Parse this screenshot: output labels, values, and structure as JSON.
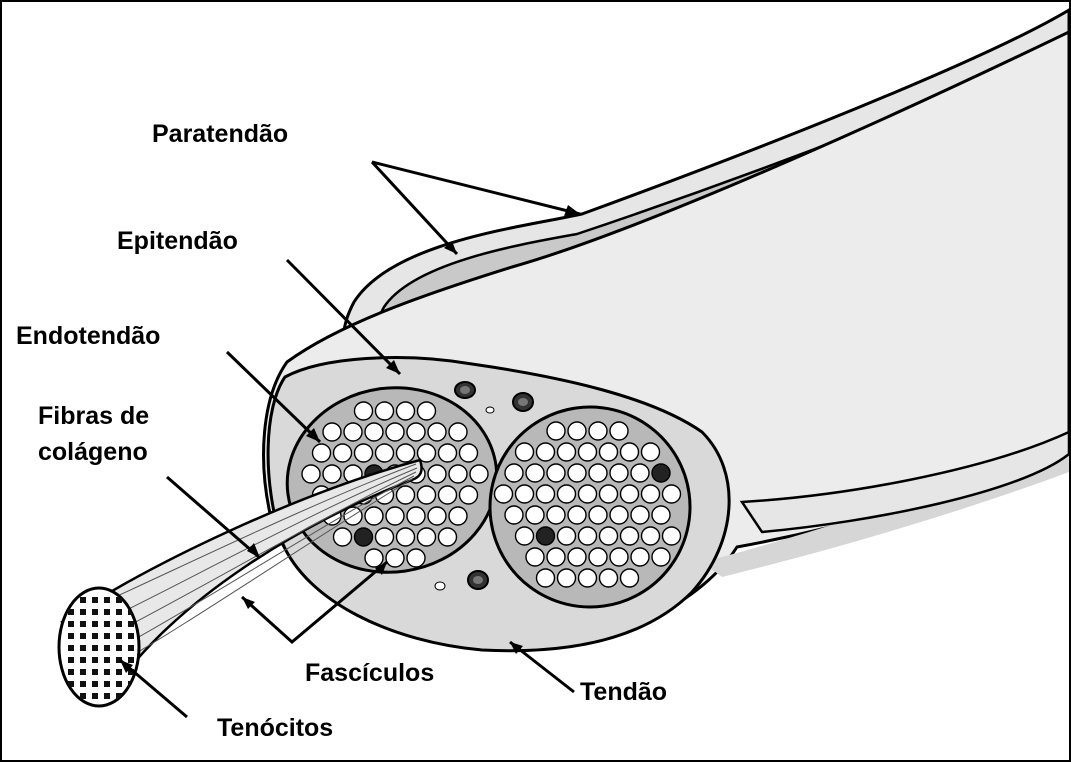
{
  "diagram": {
    "labels": {
      "paratendao": "Paratendão",
      "epitendao": "Epitendão",
      "endotendao": "Endotendão",
      "fibras_line1": "Fibras de",
      "fibras_line2": "colágeno",
      "fasciculos": "Fascículos",
      "tendao": "Tendão",
      "tenocitos": "Tenócitos"
    },
    "colors": {
      "outline": "#000000",
      "tendon_fill": "#e6e6e6",
      "fascicle_fill": "#b8b8b8",
      "fiber_fill": "#ffffff",
      "background": "#ffffff"
    }
  }
}
